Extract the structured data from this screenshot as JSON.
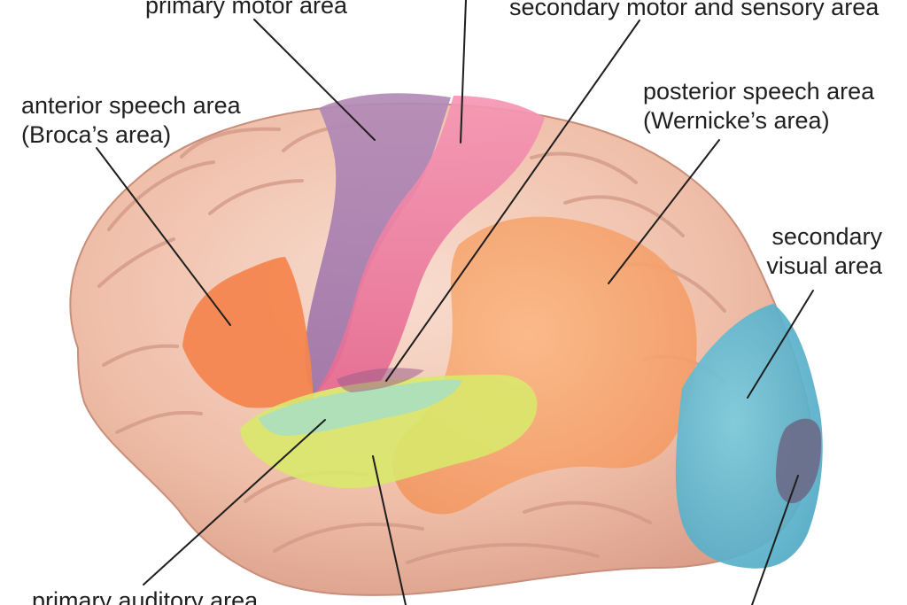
{
  "labels": {
    "primary_motor": "primary motor area",
    "secondary_motor_sensory": "secondary motor and sensory area",
    "anterior_speech_line1": "anterior speech area",
    "anterior_speech_line2": "(Broca’s area)",
    "posterior_speech_line1": "posterior speech area",
    "posterior_speech_line2": "(Wernicke’s area)",
    "secondary_visual_line1": "secondary",
    "secondary_visual_line2": "visual area",
    "primary_auditory": "primary auditory area"
  },
  "colors": {
    "brain_tissue": "#f1c3ad",
    "brain_shadow": "#d89b86",
    "primary_motor_area": "#a779ab",
    "primary_sensory_area": "#ef7aa1",
    "broca_area": "#f4854f",
    "wernicke_area": "#f7a56a",
    "auditory_area": "#d9e86c",
    "auditory_highlight": "#a7dfc3",
    "visual_area": "#58b5cf",
    "visual_core": "#6b6f8b",
    "label_text": "#1f1f1f",
    "leader_line": "#1e1e1e"
  },
  "regions": [
    "primary-motor-area",
    "primary-sensory-area",
    "broca-area",
    "wernicke-area",
    "auditory-area",
    "visual-area"
  ]
}
